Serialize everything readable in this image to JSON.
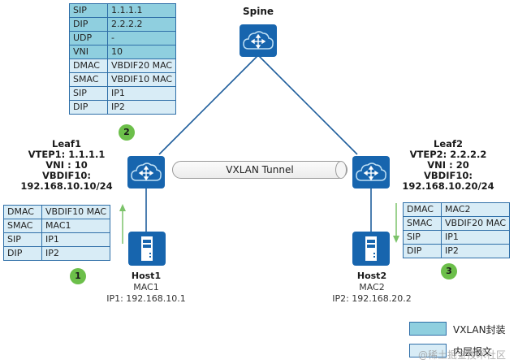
{
  "spine": {
    "label": "Spine"
  },
  "leaf1": {
    "lines": [
      "Leaf1",
      "VTEP1: 1.1.1.1",
      "VNI : 10",
      "VBDIF10:",
      "192.168.10.10/24"
    ]
  },
  "leaf2": {
    "lines": [
      "Leaf2",
      "VTEP2: 2.2.2.2",
      "VNI : 20",
      "VBDIF10:",
      "192.168.10.20/24"
    ]
  },
  "host1": {
    "name": "Host1",
    "mac": "MAC1",
    "ip": "IP1: 192.168.10.1"
  },
  "host2": {
    "name": "Host2",
    "mac": "MAC2",
    "ip": "IP2: 192.168.20.2"
  },
  "tunnel": {
    "label": "VXLAN Tunnel"
  },
  "packet1": {
    "step": "1",
    "rows": [
      {
        "field": "DMAC",
        "value": "VBDIF10 MAC",
        "layer": "inner"
      },
      {
        "field": "SMAC",
        "value": "MAC1",
        "layer": "inner"
      },
      {
        "field": "SIP",
        "value": "IP1",
        "layer": "inner"
      },
      {
        "field": "DIP",
        "value": "IP2",
        "layer": "inner"
      }
    ]
  },
  "packet2": {
    "step": "2",
    "rows": [
      {
        "field": "SIP",
        "value": "1.1.1.1",
        "layer": "outer"
      },
      {
        "field": "DIP",
        "value": "2.2.2.2",
        "layer": "outer"
      },
      {
        "field": "UDP",
        "value": "-",
        "layer": "outer"
      },
      {
        "field": "VNI",
        "value": "10",
        "layer": "outer"
      },
      {
        "field": "DMAC",
        "value": "VBDIF20 MAC",
        "layer": "inner"
      },
      {
        "field": "SMAC",
        "value": "VBDIF10 MAC",
        "layer": "inner"
      },
      {
        "field": "SIP",
        "value": "IP1",
        "layer": "inner"
      },
      {
        "field": "DIP",
        "value": "IP2",
        "layer": "inner"
      }
    ]
  },
  "packet3": {
    "step": "3",
    "rows": [
      {
        "field": "DMAC",
        "value": "MAC2",
        "layer": "inner"
      },
      {
        "field": "SMAC",
        "value": "VBDIF20 MAC",
        "layer": "inner"
      },
      {
        "field": "SIP",
        "value": "IP1",
        "layer": "inner"
      },
      {
        "field": "DIP",
        "value": "IP2",
        "layer": "inner"
      }
    ]
  },
  "legend": {
    "outer_label": "VXLAN封装",
    "inner_label": "内层报文"
  },
  "watermark": "@稀土掘金技术社区",
  "colors": {
    "device_blue": "#1765ae",
    "outer_fill": "#8fcfdf",
    "inner_fill": "#d8ecf6",
    "badge_green": "#6cbf4a",
    "arrow_green": "#7cc36a"
  }
}
